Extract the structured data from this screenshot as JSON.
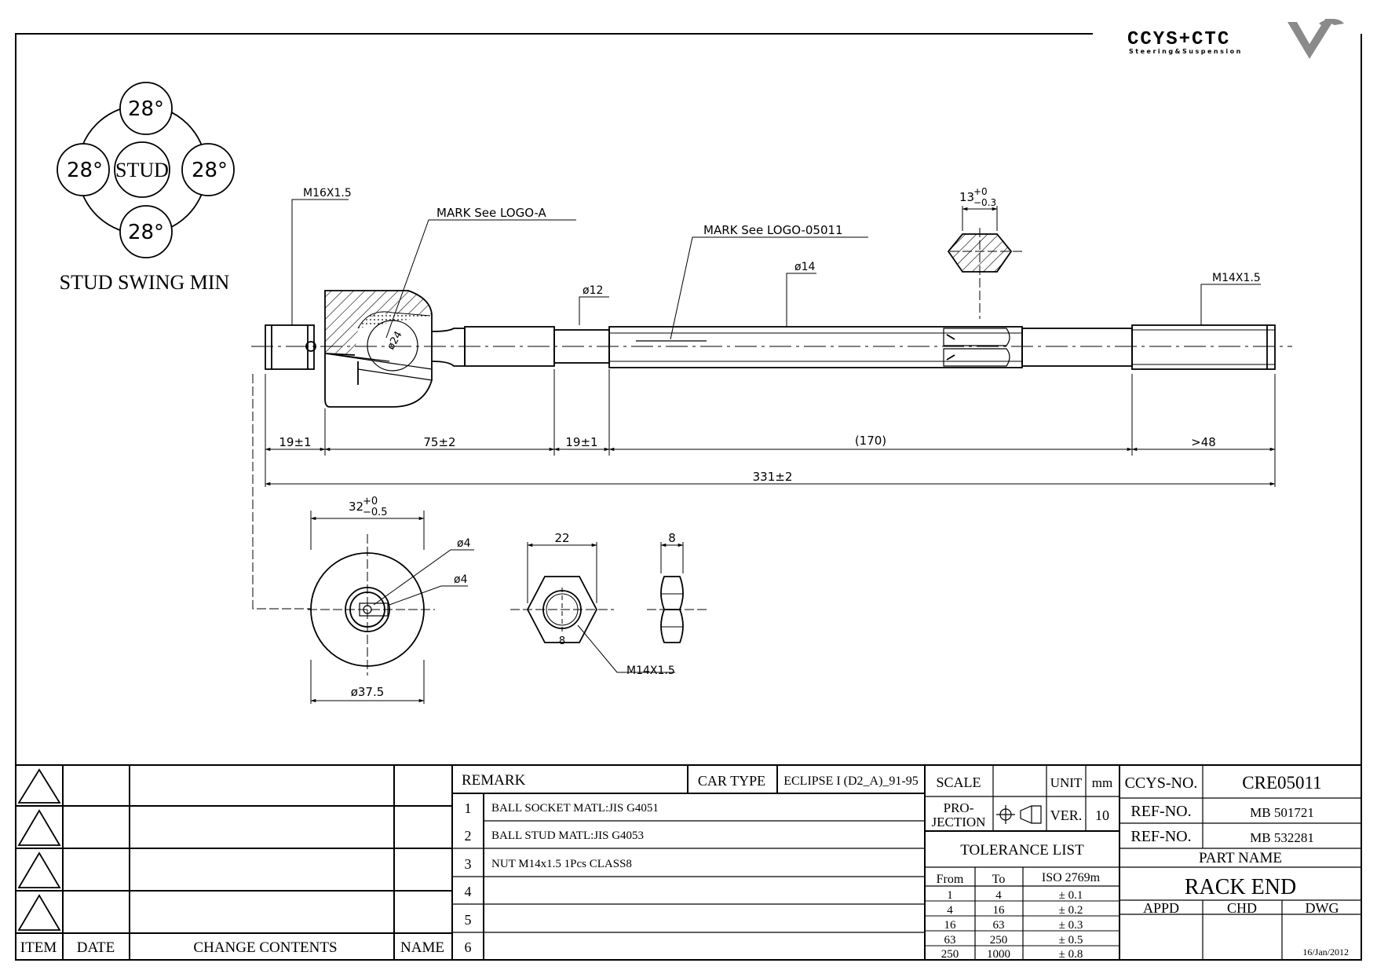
{
  "logo": {
    "brand": "CCYS+CTC",
    "tagline": "Steering&Suspension"
  },
  "stud_swing": {
    "values": [
      "28°",
      "28°",
      "28°",
      "28°"
    ],
    "center": "STUD",
    "caption": "STUD SWING MIN"
  },
  "callouts": {
    "m16": "M16X1.5",
    "mark_logo_a": "MARK  See  LOGO-A",
    "mark_logo_05011": "MARK  See  LOGO-05011",
    "dia12": "ø12",
    "dia14": "ø14",
    "dia24": "ø24",
    "m14_right": "M14X1.5",
    "flat_main": "13",
    "flat_upper": "+0",
    "flat_lower": "−0.3"
  },
  "dimensions": {
    "d1": "19±1",
    "d2": "75±2",
    "d3": "19±1",
    "d4": "(170)",
    "d5": ">48",
    "overall": "331±2"
  },
  "socket_view": {
    "width_main": "32",
    "width_upper": "+0",
    "width_lower": "−0.5",
    "hole1": "ø4",
    "hole2": "ø4",
    "outer": "ø37.5"
  },
  "nut_view": {
    "across_flats": "22",
    "inner": "8",
    "thread": "M14X1.5",
    "thickness": "8"
  },
  "revision_table": {
    "headers": {
      "item": "ITEM",
      "date": "DATE",
      "change": "CHANGE CONTENTS",
      "name": "NAME"
    }
  },
  "remarks": {
    "header": "REMARK",
    "car_type_label": "CAR TYPE",
    "car_type_value": "ECLIPSE I (D2_A)_91-95",
    "rows": [
      {
        "no": "1",
        "text": "BALL SOCKET MATL:JIS G4051"
      },
      {
        "no": "2",
        "text": "BALL STUD MATL:JIS G4053"
      },
      {
        "no": "3",
        "text": "NUT M14x1.5 1Pcs CLASS8"
      },
      {
        "no": "4",
        "text": ""
      },
      {
        "no": "5",
        "text": ""
      },
      {
        "no": "6",
        "text": ""
      }
    ]
  },
  "specs": {
    "scale_label": "SCALE",
    "scale_value": "",
    "unit_label": "UNIT",
    "unit_value": "mm",
    "projection_label_1": "PRO-",
    "projection_label_2": "JECTION",
    "ver_label": "VER.",
    "ver_value": "10"
  },
  "tolerance": {
    "title": "TOLERANCE LIST",
    "headers": {
      "from": "From",
      "to": "To",
      "iso": "ISO 2769m"
    },
    "rows": [
      {
        "from": "1",
        "to": "4",
        "tol": "± 0.1"
      },
      {
        "from": "4",
        "to": "16",
        "tol": "± 0.2"
      },
      {
        "from": "16",
        "to": "63",
        "tol": "± 0.3"
      },
      {
        "from": "63",
        "to": "250",
        "tol": "± 0.5"
      },
      {
        "from": "250",
        "to": "1000",
        "tol": "± 0.8"
      }
    ]
  },
  "part_info": {
    "ccys_label": "CCYS-NO.",
    "ccys_value": "CRE05011",
    "ref1_label": "REF-NO.",
    "ref1_value": "MB 501721",
    "ref2_label": "REF-NO.",
    "ref2_value": "MB 532281",
    "part_name_label": "PART NAME",
    "part_name": "RACK END",
    "appd": "APPD",
    "chd": "CHD",
    "dwg": "DWG",
    "date": "16/Jan/2012"
  }
}
